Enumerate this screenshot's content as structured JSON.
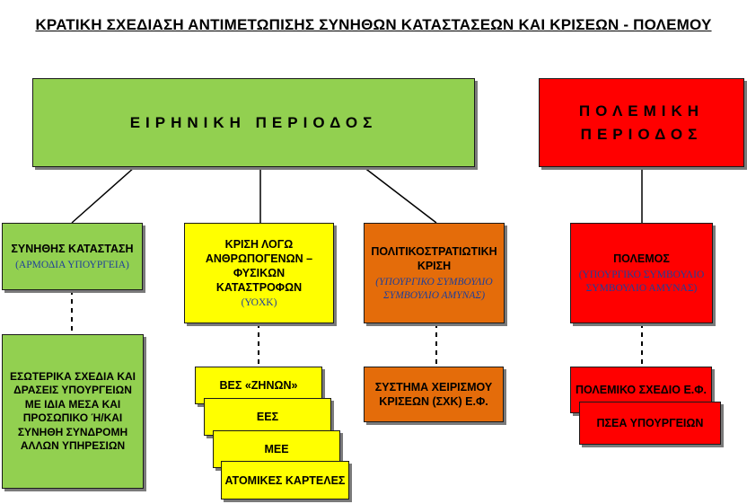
{
  "title": "ΚΡΑΤΙΚΗ ΣΧΕΔΙΑΣΗ ΑΝΤΙΜΕΤΩΠΙΣΗΣ ΣΥΝΗΘΩΝ ΚΑΤΑΣΤΑΣΕΩΝ ΚΑΙ ΚΡΙΣΕΩΝ - ΠΟΛΕΜΟΥ",
  "peace": {
    "label": "ΕΙΡΗΝΙΚΗ ΠΕΡΙΟΔΟΣ"
  },
  "war": {
    "line1": "ΠΟΛΕΜΙΚΗ",
    "line2": "ΠΕΡΙΟΔΟΣ"
  },
  "normal": {
    "label": "ΣΥΝΗΘΗΣ ΚΑΤΑΣΤΑΣΗ",
    "sub": "(ΑΡΜΟΔΙΑ ΥΠΟΥΡΓΕΙΑ)",
    "detail": "ΕΣΩΤΕΡΙΚΑ ΣΧΕΔΙΑ ΚΑΙ ΔΡΑΣΕΙΣ ΥΠΟΥΡΓΕΙΩΝ ΜΕ ΙΔΙΑ ΜΕΣΑ ΚΑΙ ΠΡΟΣΩΠΙΚΟ Ή/ΚΑΙ ΣΥΝΗΘΗ ΣΥΝΔΡΟΜΗ ΑΛΛΩΝ ΥΠΗΡΕΣΙΩΝ"
  },
  "disaster": {
    "label": "ΚΡΙΣΗ ΛΟΓΩ ΑΝΘΡΩΠΟΓΕΝΩΝ – ΦΥΣΙΚΩΝ ΚΑΤΑΣΤΡΟΦΩΝ",
    "sub": "(ΥΟΧΚ)",
    "plans": [
      "ΒΕΣ «ΖΗΝΩΝ»",
      "ΕΕΣ",
      "ΜΕΕ",
      "ΑΤΟΜΙΚΕΣ ΚΑΡΤΕΛΕΣ"
    ]
  },
  "politico": {
    "label": "ΠΟΛΙΤΙΚΟΣΤΡΑΤΙΩΤΙΚΗ ΚΡΙΣΗ",
    "sub": "(ΥΠΟΥΡΓΙΚΟ ΣΥΜΒΟΥΛΙΟ ΣΥΜΒΟΥΛΙΟ ΑΜΥΝΑΣ)",
    "detail": "ΣΥΣΤΗΜΑ ΧΕΙΡΙΣΜΟΥ ΚΡΙΣΕΩΝ (ΣΧΚ) Ε.Φ."
  },
  "wartime": {
    "label": "ΠΟΛΕΜΟΣ",
    "sub": "(ΥΠΟΥΡΓΙΚΟ ΣΥΜΒΟΥΛΙΟ ΣΥΜΒΟΥΛΙΟ ΑΜΥΝΑΣ)",
    "plans": [
      "ΠΟΛΕΜΙΚΟ ΣΧΕΔΙΟ Ε.Φ.",
      "ΠΣΕΑ ΥΠΟΥΡΓΕΙΩΝ"
    ]
  },
  "colors": {
    "peace": "#92d050",
    "war": "#ff0000",
    "disaster": "#ffff00",
    "politico": "#e46c0a",
    "subtext": "#1f3f9a"
  }
}
